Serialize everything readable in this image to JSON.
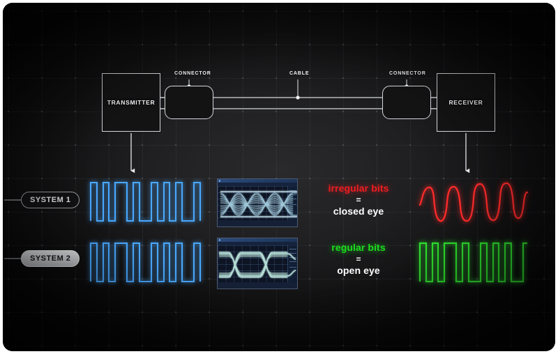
{
  "diagram": {
    "title": "signal-integrity-eye-diagram",
    "blocks": [
      {
        "id": "transmitter",
        "label": "TRANSMITTER"
      },
      {
        "id": "connector-left",
        "label": ""
      },
      {
        "id": "connector-right",
        "label": ""
      },
      {
        "id": "receiver",
        "label": "RECEIVER"
      }
    ],
    "callouts": [
      {
        "id": "connector-left-callout",
        "label": "CONNECTOR"
      },
      {
        "id": "cable-callout",
        "label": "CABLE"
      },
      {
        "id": "connector-right-callout",
        "label": "CONNECTOR"
      }
    ]
  },
  "systems": [
    {
      "id": "system-1",
      "label": "SYSTEM 1",
      "style": "outline"
    },
    {
      "id": "system-2",
      "label": "SYSTEM 2",
      "style": "filled"
    }
  ],
  "rows": [
    {
      "id": "row-system-1",
      "source_waveform": {
        "color": "#4aa8ff",
        "kind": "square-digital-signal"
      },
      "eye_diagram": {
        "color": "#8fd4f0",
        "kind": "closed-eye",
        "titlebar_text": "",
        "status_text": ""
      },
      "verdict": {
        "line1": "irregular bits",
        "equals": "=",
        "line3": "closed eye",
        "accent": "#ee1d22"
      },
      "result_waveform": {
        "color": "#ff2a2a",
        "kind": "distorted-rounded-signal"
      }
    },
    {
      "id": "row-system-2",
      "source_waveform": {
        "color": "#4aa8ff",
        "kind": "square-digital-signal"
      },
      "eye_diagram": {
        "color": "#9ff0d8",
        "kind": "open-eye",
        "titlebar_text": "",
        "status_text": ""
      },
      "verdict": {
        "line1": "regular bits",
        "equals": "=",
        "line3": "open eye",
        "accent": "#1ddd1f"
      },
      "result_waveform": {
        "color": "#2ee02e",
        "kind": "clean-square-signal"
      }
    }
  ],
  "colors": {
    "background": "#0a0a0b",
    "panel_center": "#2a2a2c",
    "stroke": "#d6d8dc",
    "blue": "#4aa8ff",
    "red": "#ff2a2a",
    "green": "#2ee02e",
    "text": "#f2f3f5"
  }
}
